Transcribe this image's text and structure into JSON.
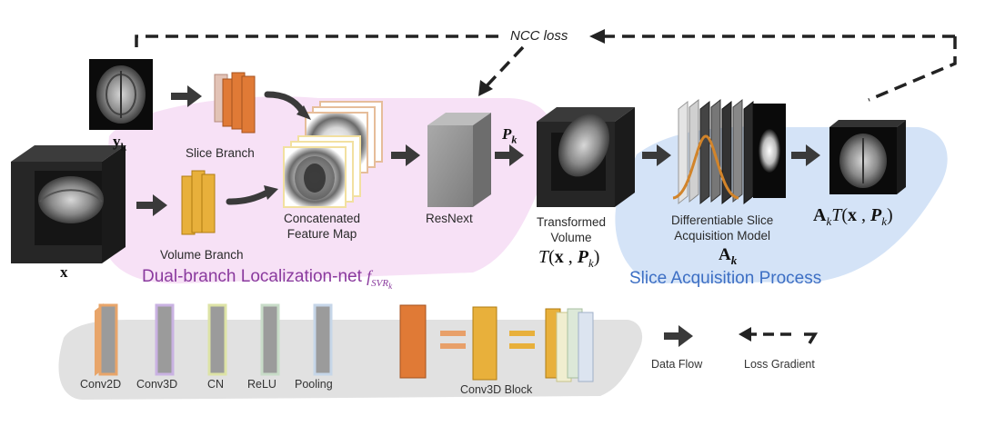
{
  "loss": {
    "ncc": "NCC loss"
  },
  "inputs": {
    "slice_symbol": "y",
    "slice_subscript": "k",
    "volume_symbol": "x"
  },
  "branches": {
    "slice": "Slice Branch",
    "volume": "Volume Branch"
  },
  "feature_map": {
    "line1": "Concatenated",
    "line2": "Feature Map"
  },
  "resnext": "ResNext",
  "pose": {
    "symbol": "P",
    "subscript": "k"
  },
  "transformed": {
    "line1": "Transformed",
    "line2": "Volume",
    "formula_T": "T",
    "formula_x": "x",
    "formula_P": "P",
    "formula_k": "k"
  },
  "acquisition": {
    "line1": "Differentiable Slice",
    "line2": "Acquisition Model",
    "symbol": "A",
    "subscript": "k"
  },
  "output": {
    "A": "A",
    "k": "k",
    "T": "T",
    "x": "x",
    "P": "P",
    "k2": "k"
  },
  "regions": {
    "localization": "Dual-branch Localization-net",
    "localization_f": "f",
    "localization_sub": "SVR",
    "localization_subsub": "k",
    "acquisition": "Slice Acquisition Process"
  },
  "legend": {
    "layers": [
      "Conv2D",
      "Conv3D",
      "CN",
      "ReLU",
      "Pooling"
    ],
    "block": "Conv3D Block",
    "data_flow": "Data Flow",
    "loss_gradient": "Loss Gradient"
  },
  "colors": {
    "localization_region": "#f6dcf4",
    "acquisition_region": "#cfe0f6",
    "legend_bg": "#dcdcdc",
    "localization_text": "#8a3a9e",
    "acquisition_text": "#3d6fc4",
    "conv2d": "#e07a36",
    "conv3d": "#e8b03b",
    "cn": "#dde3a6",
    "relu": "#c8dcc8",
    "pooling": "#c6d6e8"
  }
}
